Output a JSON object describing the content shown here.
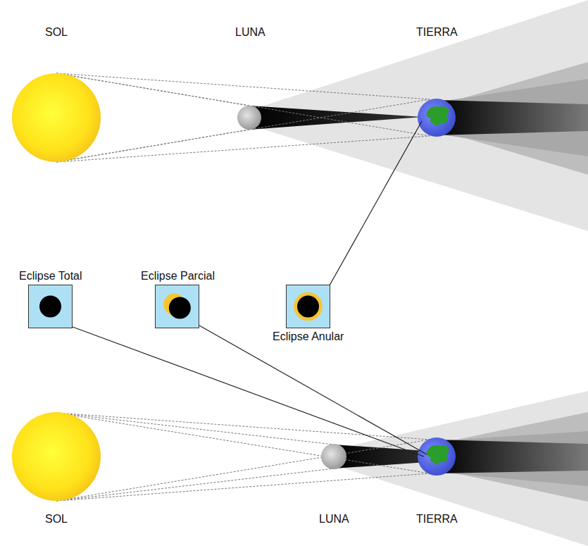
{
  "diagram": {
    "nodes": [
      {
        "text": [
          "Eclipse Total"
        ]
      },
      {
        "text": [
          "Eclipse Parcial"
        ]
      },
      {
        "text": [
          "Eclipse Anular"
        ]
      }
    ],
    "labels": [
      "SOL",
      "LUNA",
      "TIERRA",
      "SOL",
      "LUNA",
      "TIERRA"
    ]
  }
}
